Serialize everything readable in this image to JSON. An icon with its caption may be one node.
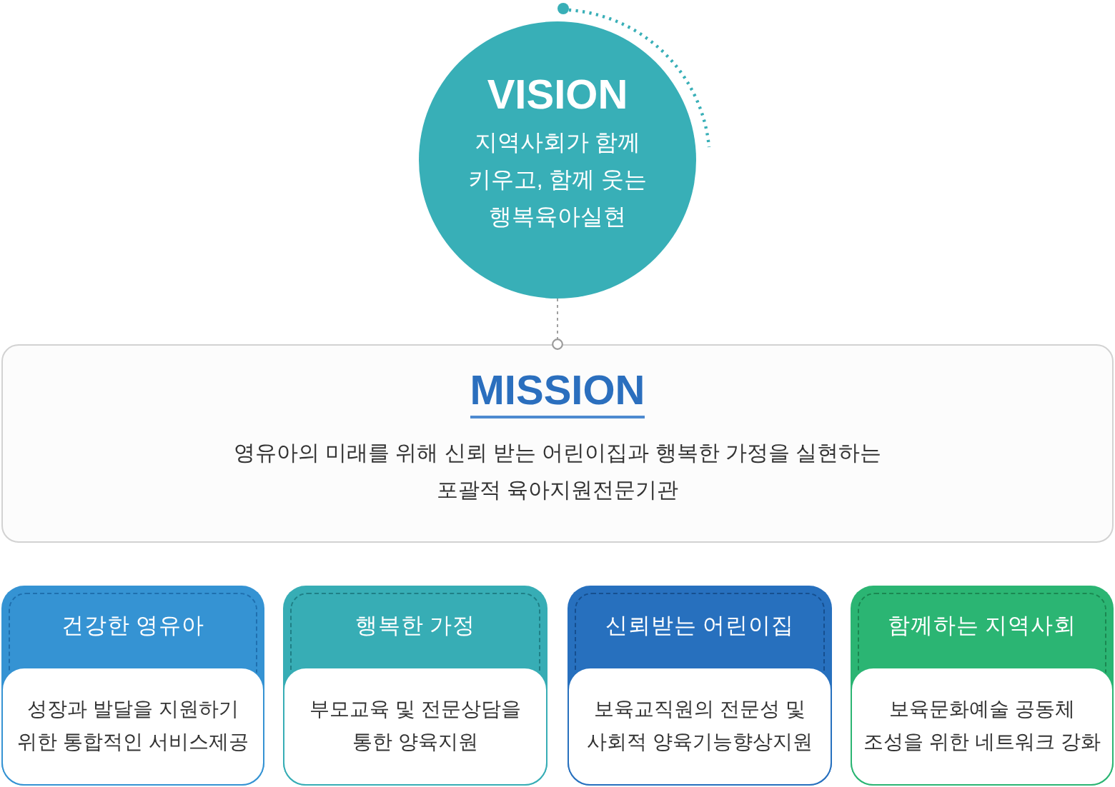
{
  "diagram": {
    "nodes": [
      {
        "text": [
          "VISION",
          "지역사회가 함께 키우고, 함께 웃는 행복육아실현"
        ]
      },
      {
        "text": [
          "MISSION",
          "영유아의 미래를 위해 신뢰 받는 어린이집과 행복한 가정을 실현하는 포괄적 육아지원전문기관"
        ]
      },
      {
        "text": [
          "건강한 영유아",
          "성장과 발달을 지원하기 위한 통합적인 서비스제공"
        ]
      },
      {
        "text": [
          "행복한 가정",
          "부모교육 및 전문상담을 통한 양육지원"
        ]
      },
      {
        "text": [
          "신뢰받는 어린이집",
          "보육교직원의 전문성 및 사회적 양육기능향상지원"
        ]
      },
      {
        "text": [
          "함께하는 지역사회",
          "보육문화예술 공동체 조성을 위한 네트워크 강화"
        ]
      }
    ],
    "edges": [
      {
        "from": 0,
        "to": 1,
        "arrow": "other",
        "style": "dashed"
      }
    ]
  }
}
